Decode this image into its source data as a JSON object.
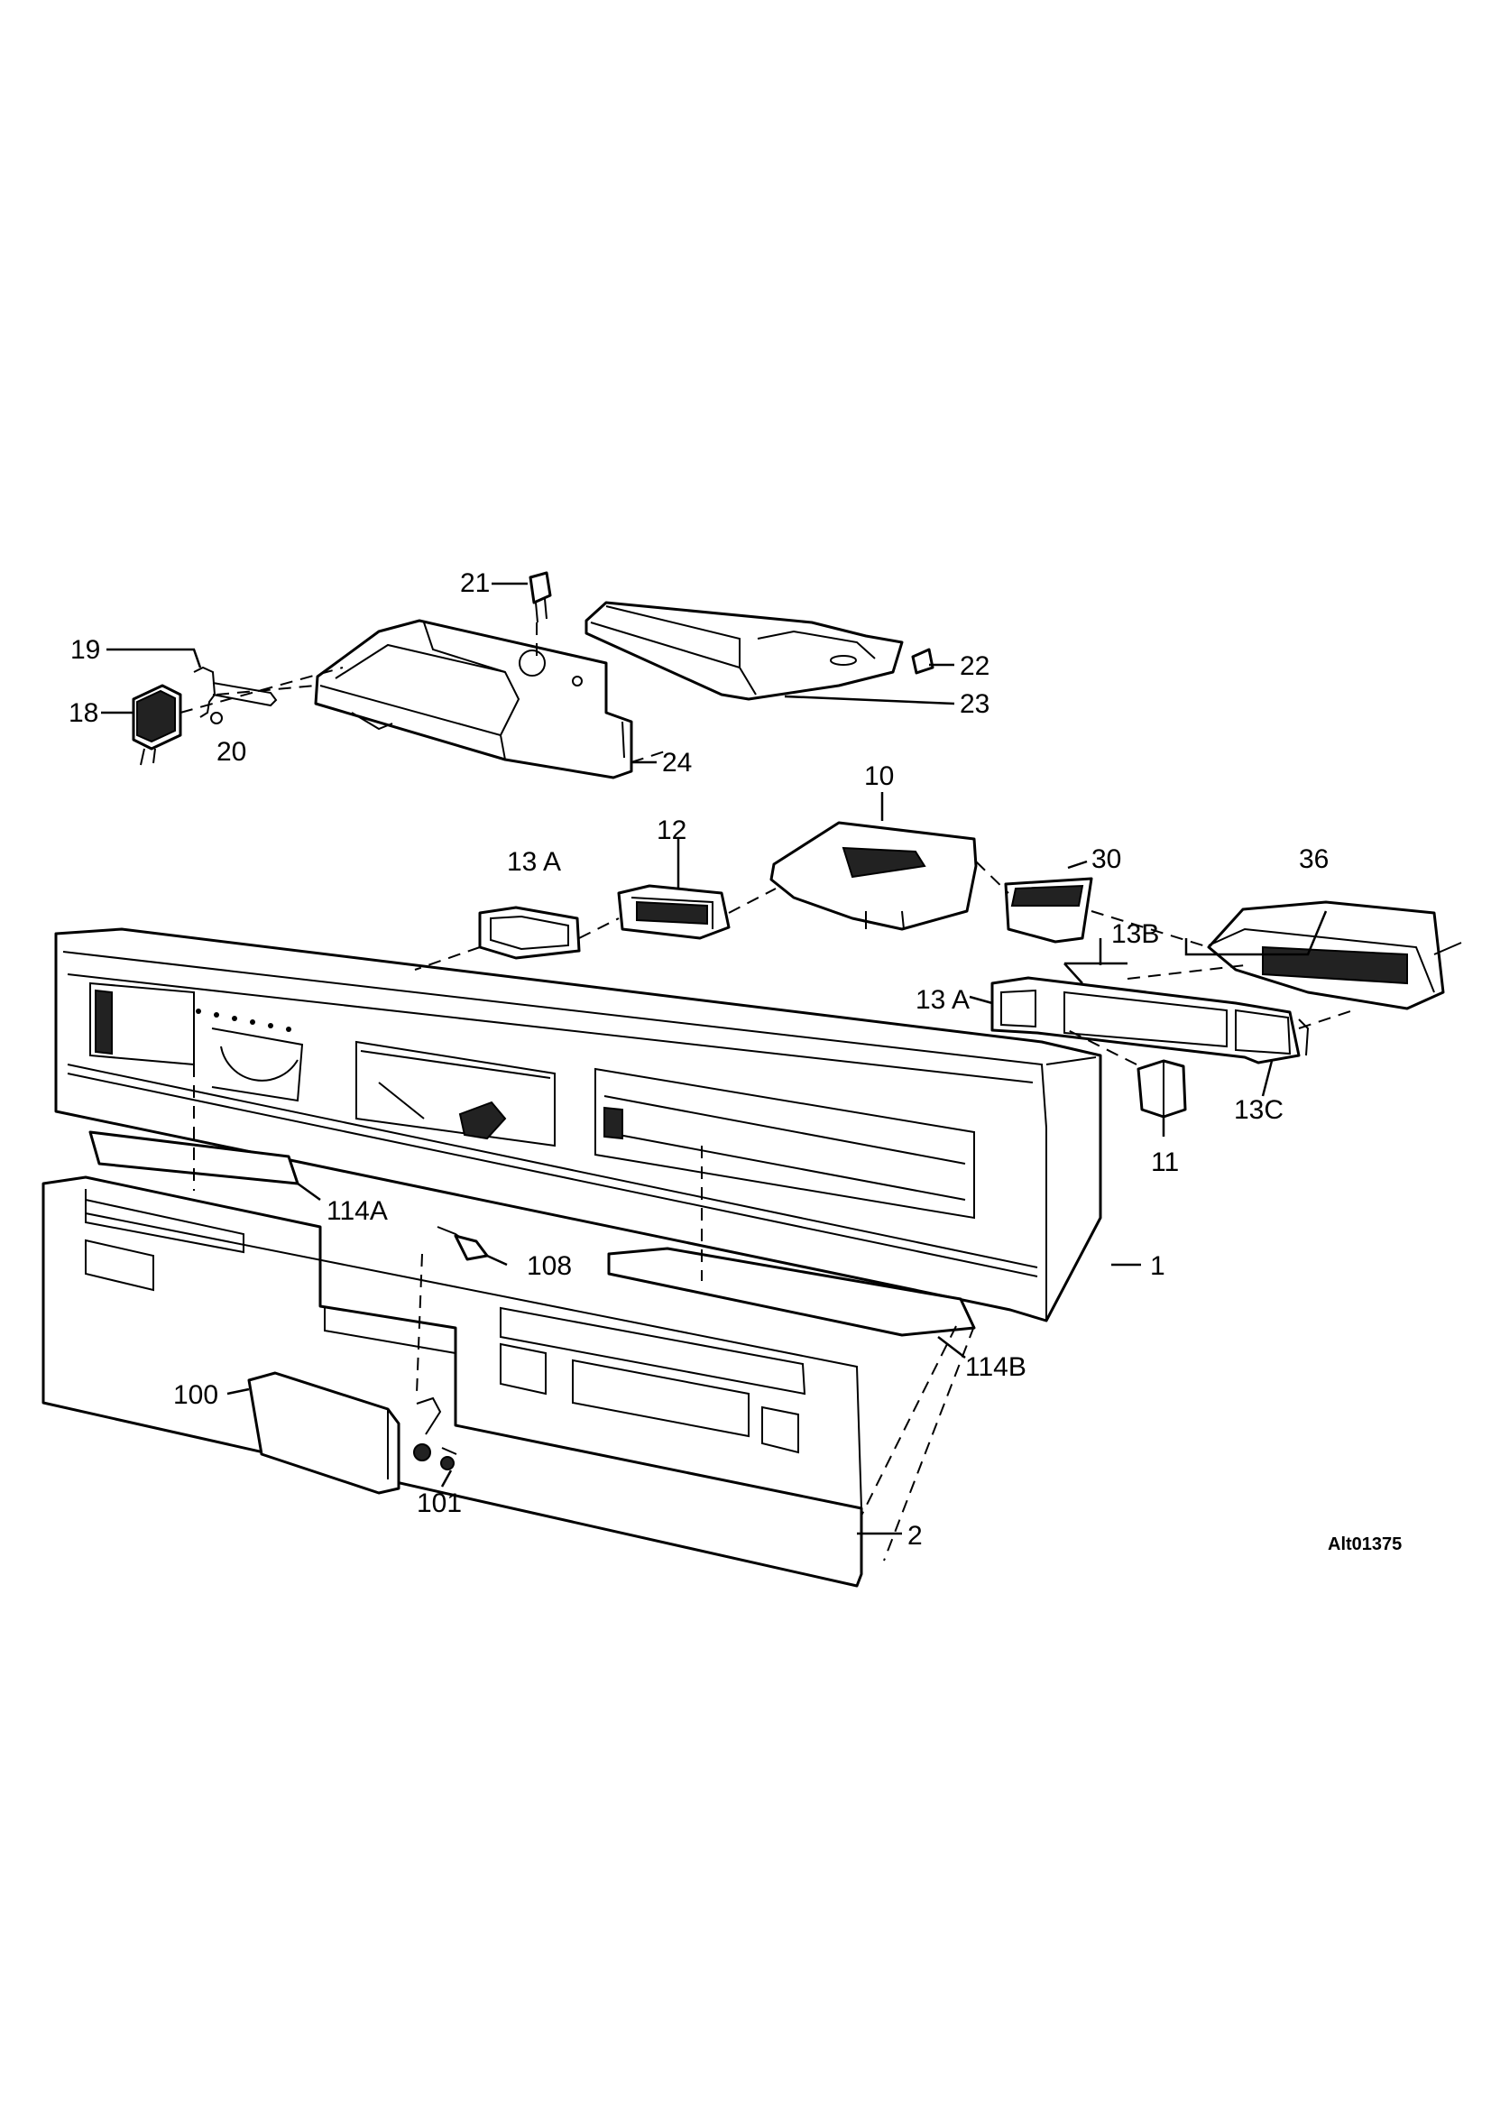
{
  "diagram": {
    "reference_code": "Alt01375",
    "callouts": {
      "c1": "1",
      "c2": "2",
      "c10": "10",
      "c11": "11",
      "c12": "12",
      "c13a_top": "13 A",
      "c13a_side": "13 A",
      "c13b": "13B",
      "c13c": "13C",
      "c18": "18",
      "c19": "19",
      "c20": "20",
      "c21": "21",
      "c22": "22",
      "c23": "23",
      "c24": "24",
      "c30": "30",
      "c36": "36",
      "c100": "100",
      "c101": "101",
      "c108": "108",
      "c114a": "114A",
      "c114b": "114B"
    }
  }
}
